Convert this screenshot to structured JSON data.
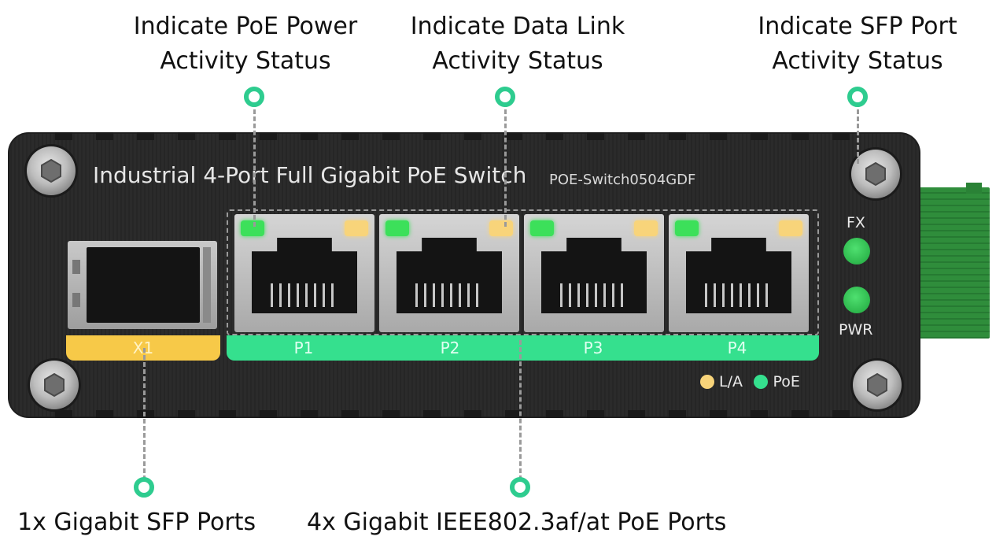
{
  "callouts": {
    "poe_status": [
      "Indicate PoE Power",
      "Activity Status"
    ],
    "data_link_status": [
      "Indicate Data Link",
      "Activity Status"
    ],
    "sfp_status": [
      "Indicate SFP Port",
      "Activity Status"
    ]
  },
  "bottom_labels": {
    "sfp_ports": "1x Gigabit SFP Ports",
    "poe_ports": "4x Gigabit IEEE802.3af/at PoE Ports"
  },
  "device": {
    "title": "Industrial 4-Port Full Gigabit PoE Switch",
    "model": "POE-Switch0504GDF",
    "sfp_port_label": "X1",
    "ports": [
      "P1",
      "P2",
      "P3",
      "P4"
    ],
    "fx_label": "FX",
    "pwr_label": "PWR",
    "legend": [
      {
        "label": "L/A",
        "color": "#f8d47a"
      },
      {
        "label": "PoE",
        "color": "#35e08e"
      }
    ]
  },
  "colors": {
    "accent_green": "#2ecc8f",
    "poe_band": "#35e08e",
    "sfp_band": "#f7c948",
    "enclosure": "#2a2a2a"
  }
}
